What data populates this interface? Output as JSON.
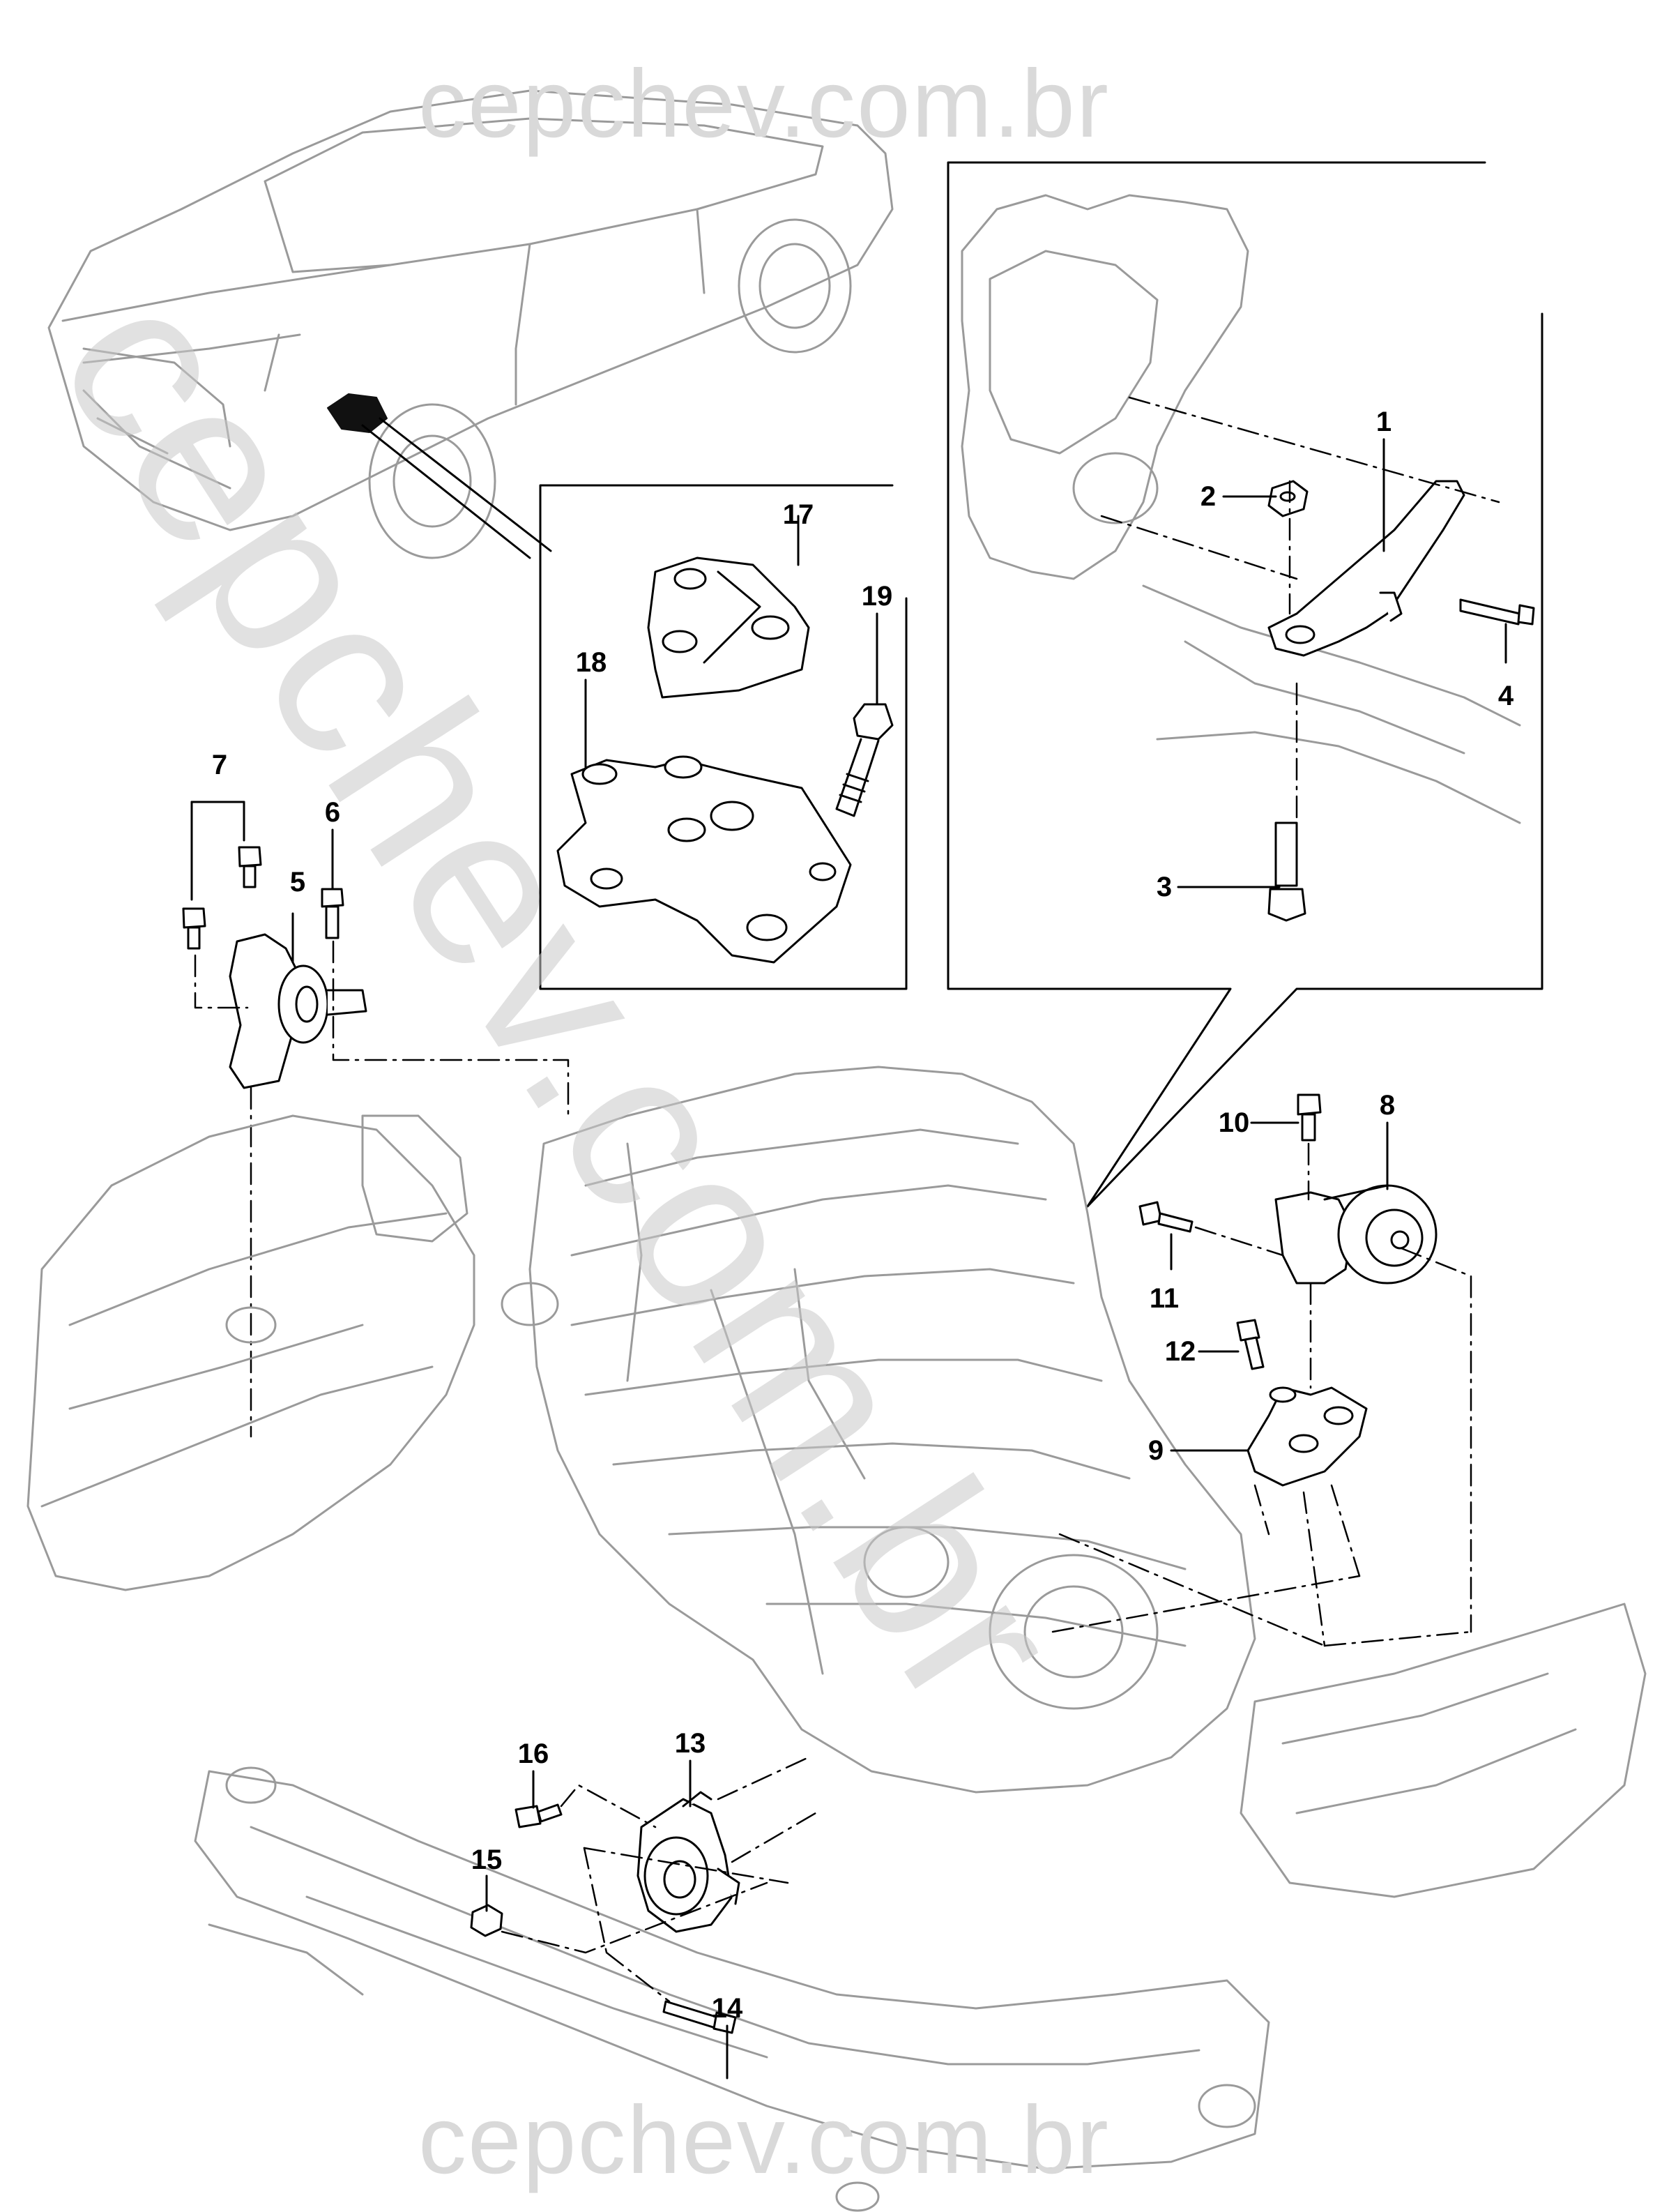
{
  "watermark": {
    "text": "cepchev.com.br",
    "diagonal_text": "cepchev.com.br"
  },
  "callouts": [
    "1",
    "2",
    "3",
    "4",
    "5",
    "6",
    "7",
    "8",
    "9",
    "10",
    "11",
    "12",
    "13",
    "14",
    "15",
    "16",
    "17",
    "18",
    "19"
  ],
  "colors": {
    "line": "#000000",
    "faint_line": "#9a9a9a",
    "watermark": "#d9d9d9",
    "background": "#ffffff"
  }
}
